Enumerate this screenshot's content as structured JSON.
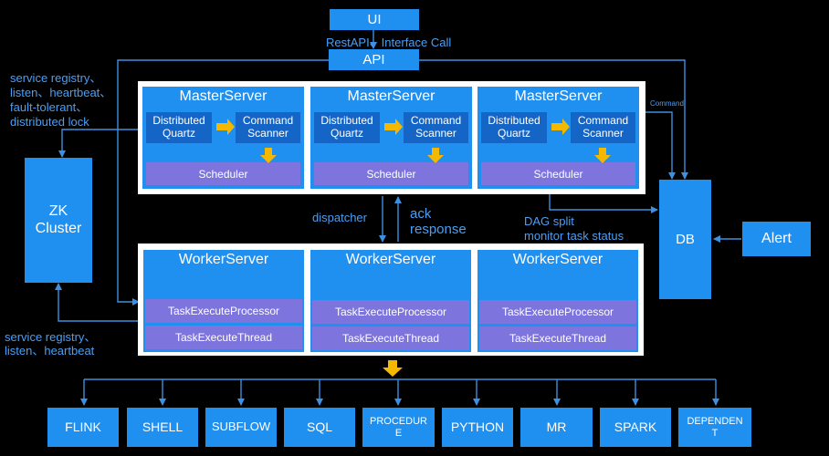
{
  "top": {
    "ui": "UI",
    "api": "API",
    "restapi_label": "RestAPI、Interface Call"
  },
  "labels": {
    "zk_master_note": [
      "service registry、",
      "listen、heartbeat、",
      "fault-tolerant、",
      "distributed lock"
    ],
    "zk_worker_note": [
      "service registry、",
      "listen、heartbeat"
    ],
    "dispatcher": "dispatcher",
    "ack_response": [
      "ack",
      "response"
    ],
    "dag_split": [
      "DAG split",
      "monitor task status"
    ],
    "command": "Command"
  },
  "zk": {
    "title": "ZK\nCluster"
  },
  "db": {
    "title": "DB"
  },
  "alert": {
    "title": "Alert"
  },
  "masters": [
    {
      "title": "MasterServer",
      "quartz": "Distributed\nQuartz",
      "scanner": "Command\nScanner",
      "scheduler": "Scheduler"
    },
    {
      "title": "MasterServer",
      "quartz": "Distributed\nQuartz",
      "scanner": "Command\nScanner",
      "scheduler": "Scheduler"
    },
    {
      "title": "MasterServer",
      "quartz": "Distributed\nQuartz",
      "scanner": "Command\nScanner",
      "scheduler": "Scheduler"
    }
  ],
  "workers": [
    {
      "title": "WorkerServer",
      "processor": "TaskExecuteProcessor",
      "thread": "TaskExecuteThread"
    },
    {
      "title": "WorkerServer",
      "processor": "TaskExecuteProcessor",
      "thread": "TaskExecuteThread"
    },
    {
      "title": "WorkerServer",
      "processor": "TaskExecuteProcessor",
      "thread": "TaskExecuteThread"
    }
  ],
  "task_types": [
    "FLINK",
    "SHELL",
    "SUBFLOW",
    "SQL",
    "PROCEDUR\nE",
    "PYTHON",
    "MR",
    "SPARK",
    "DEPENDEN\nT"
  ],
  "colors": {
    "box_blue": "#1f8ff0",
    "inner_blue": "#1565c7",
    "scheduler_purple": "#7d74dd",
    "arrow_yellow": "#f5b800",
    "line_blue": "#3d8fe0",
    "label_blue": "#4a9ff5"
  }
}
